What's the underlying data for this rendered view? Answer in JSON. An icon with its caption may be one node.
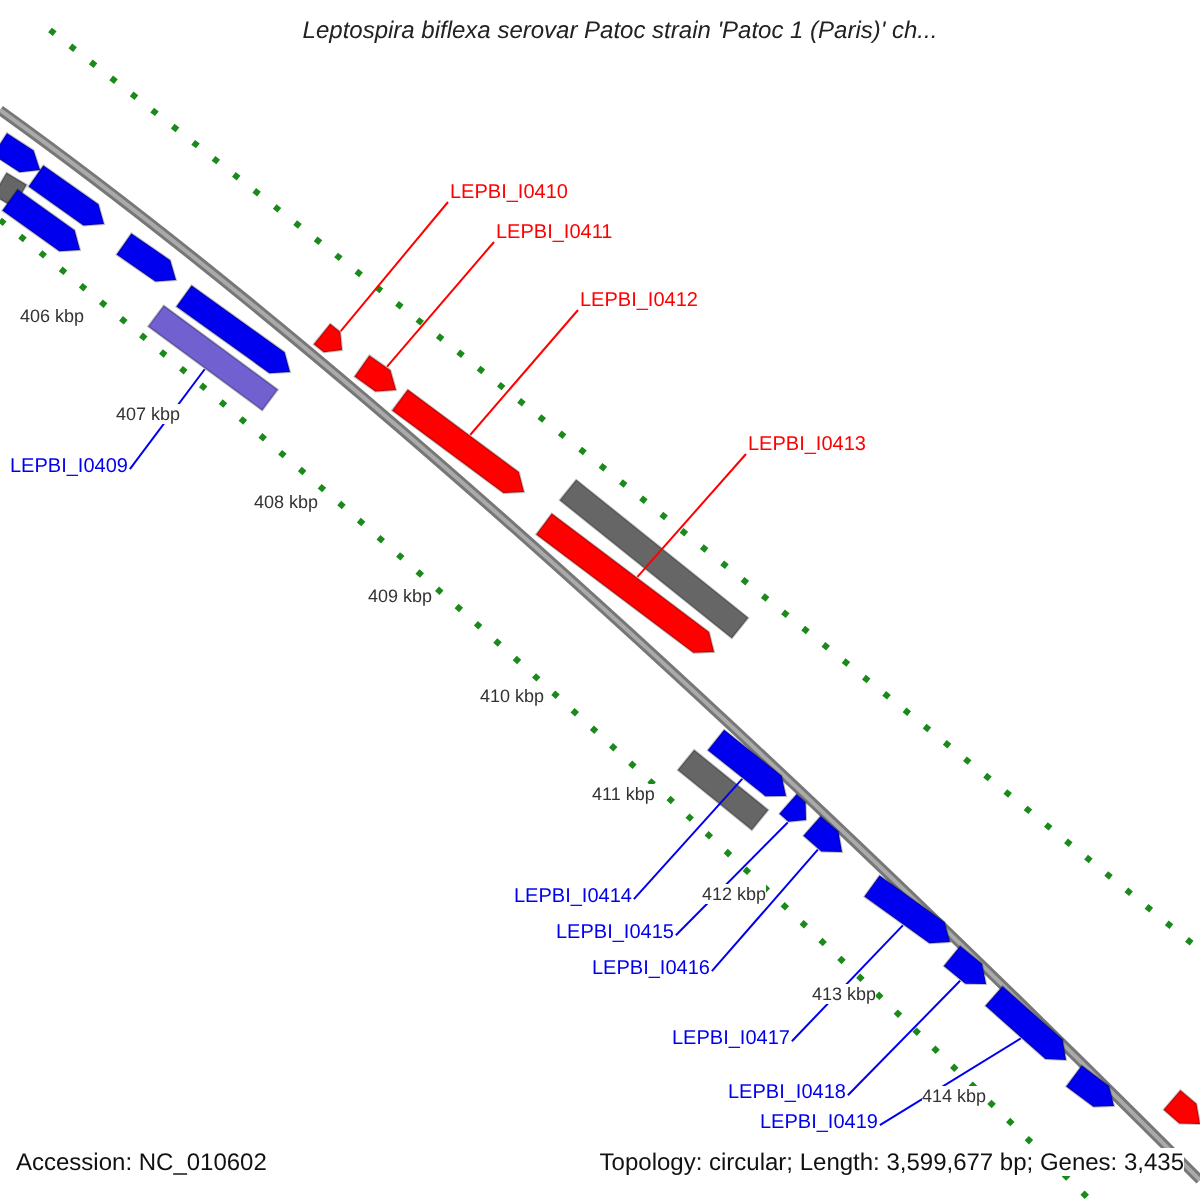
{
  "diagram": {
    "title": "Leptospira biflexa serovar Patoc strain 'Patoc 1 (Paris)' ch...",
    "nodes": [
      {
        "text": [],
        "shape": "pentagon"
      },
      {
        "text": [],
        "shape": "pentagon"
      },
      {
        "text": [],
        "shape": "bar"
      },
      {
        "text": [],
        "shape": "pentagon"
      },
      {
        "text": [],
        "shape": "pentagon"
      },
      {
        "text": [],
        "shape": "pentagon"
      },
      {
        "text": [
          "LEPBI_I0410"
        ]
      },
      {
        "text": [],
        "shape": "pentagon"
      },
      {
        "text": [
          "LEPBI_I0411"
        ]
      },
      {
        "text": [],
        "shape": "pentagon"
      },
      {
        "text": [
          "LEPBI_I0412"
        ]
      },
      {
        "text": [],
        "shape": "pentagon"
      },
      {
        "text": [
          "LEPBI_I0409"
        ]
      },
      {
        "text": [],
        "shape": "bar"
      },
      {
        "text": [
          "LEPBI_I0413"
        ]
      },
      {
        "text": [],
        "shape": "pentagon"
      },
      {
        "text": [],
        "shape": "bar"
      },
      {
        "text": [],
        "shape": "bar"
      },
      {
        "text": [
          "LEPBI_I0414"
        ]
      },
      {
        "text": [],
        "shape": "pentagon"
      },
      {
        "text": [
          "LEPBI_I0415"
        ]
      },
      {
        "text": [],
        "shape": "pentagon"
      },
      {
        "text": [
          "LEPBI_I0416"
        ]
      },
      {
        "text": [],
        "shape": "pentagon"
      },
      {
        "text": [
          "LEPBI_I0417"
        ]
      },
      {
        "text": [],
        "shape": "pentagon"
      },
      {
        "text": [
          "LEPBI_I0418"
        ]
      },
      {
        "text": [],
        "shape": "pentagon"
      },
      {
        "text": [
          "LEPBI_I0419"
        ]
      },
      {
        "text": [],
        "shape": "pentagon"
      },
      {
        "text": [],
        "shape": "pentagon"
      },
      {
        "text": [],
        "shape": "pentagon"
      }
    ],
    "edges": [
      {
        "from": 6,
        "to": 7,
        "arrow": "none",
        "color": "#ff0000"
      },
      {
        "from": 8,
        "to": 9,
        "arrow": "none",
        "color": "#ff0000"
      },
      {
        "from": 10,
        "to": 11,
        "arrow": "none",
        "color": "#ff0000"
      },
      {
        "from": 12,
        "to": 13,
        "arrow": "none"
      },
      {
        "from": 14,
        "to": 15,
        "arrow": "none",
        "color": "#ff0000"
      },
      {
        "from": 18,
        "to": 19,
        "arrow": "none"
      },
      {
        "from": 20,
        "to": 21,
        "arrow": "none"
      },
      {
        "from": 22,
        "to": 23,
        "arrow": "none"
      },
      {
        "from": 24,
        "to": 25,
        "arrow": "none"
      },
      {
        "from": 26,
        "to": 27,
        "arrow": "none"
      },
      {
        "from": 28,
        "to": 29,
        "arrow": "none"
      }
    ],
    "labels": [
      "406 kbp",
      "407 kbp",
      "408 kbp",
      "409 kbp",
      "410 kbp",
      "411 kbp",
      "412 kbp",
      "413 kbp",
      "414 kbp",
      "Accession: NC_010602",
      "Topology: circular; Length: 3,599,677 bp; Genes: 3,435"
    ]
  }
}
